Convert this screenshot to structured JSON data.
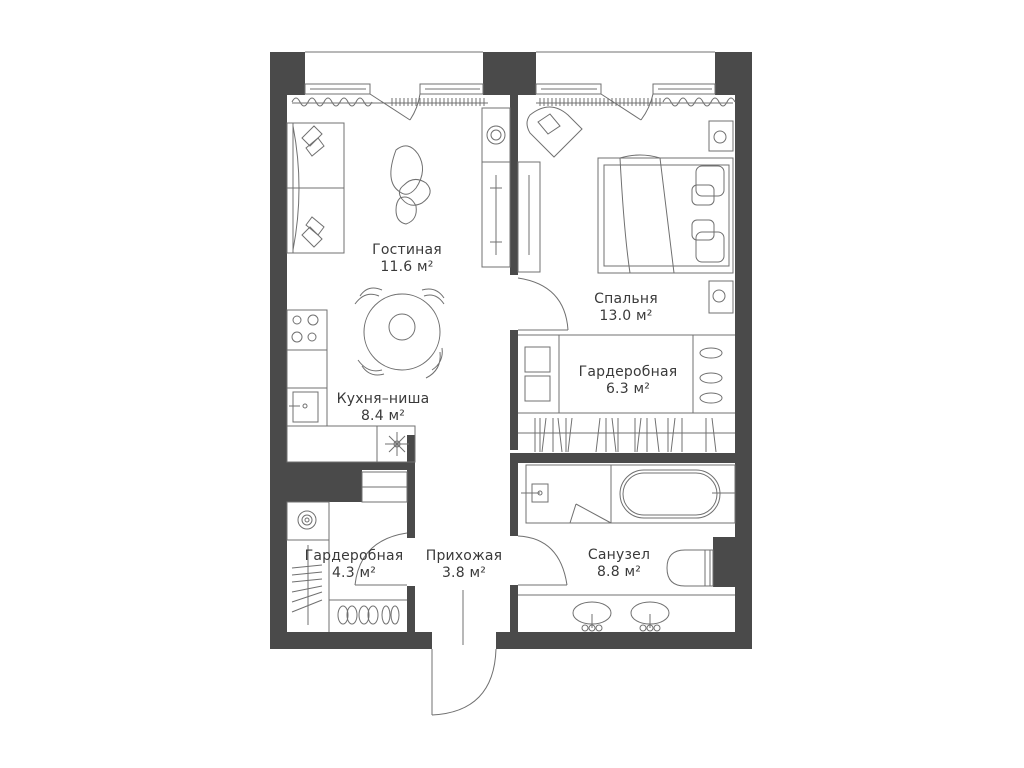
{
  "colors": {
    "wall": "#4a4a4a",
    "line": "#6e6e6e",
    "background": "#ffffff",
    "text": "#3a3a3a"
  },
  "rooms": [
    {
      "id": "living",
      "name": "Гостиная",
      "area": "11.6 м²"
    },
    {
      "id": "bedroom",
      "name": "Спальня",
      "area": "13.0 м²"
    },
    {
      "id": "kitchen",
      "name": "Кухня–ниша",
      "area": "8.4 м²"
    },
    {
      "id": "walkin-closet-large",
      "name": "Гардеробная",
      "area": "6.3 м²"
    },
    {
      "id": "walkin-closet-small",
      "name": "Гардеробная",
      "area": "4.3 м²"
    },
    {
      "id": "hallway",
      "name": "Прихожая",
      "area": "3.8 м²"
    },
    {
      "id": "bathroom",
      "name": "Санузел",
      "area": "8.8 м²"
    }
  ]
}
